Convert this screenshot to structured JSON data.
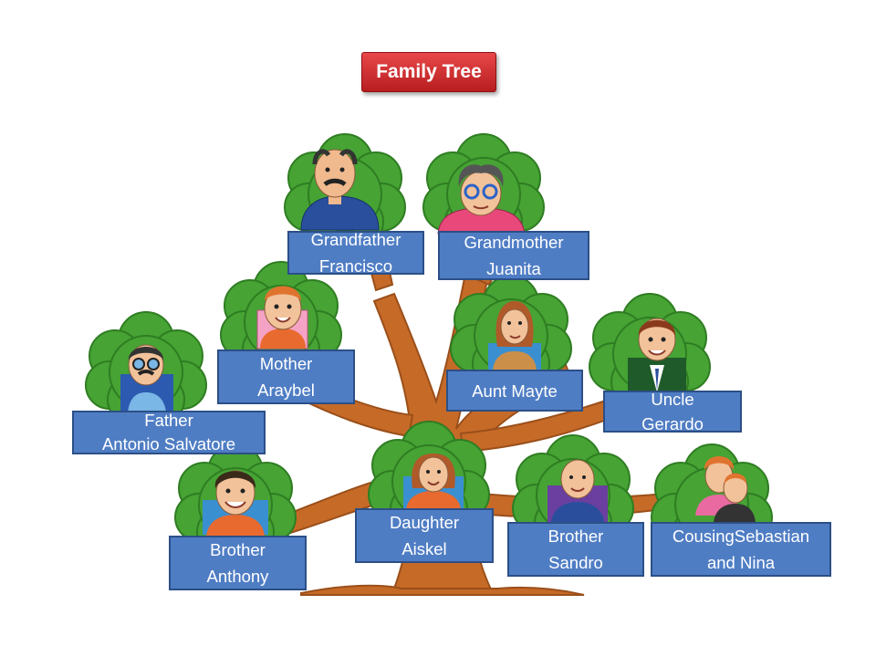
{
  "title": "Family Tree",
  "colors": {
    "title_bg": "#c62729",
    "label_bg": "#4f7dc4",
    "label_border": "#2c4f86",
    "foliage": "#46a334",
    "foliage_dark": "#2f7d22",
    "trunk": "#c66a28"
  },
  "members": [
    {
      "id": "grandfather",
      "line1": "Grandfather",
      "line2": "Francisco",
      "icon": "grandfather-portrait"
    },
    {
      "id": "grandmother",
      "line1": "Grandmother",
      "line2": "Juanita",
      "icon": "grandmother-portrait"
    },
    {
      "id": "mother",
      "line1": "Mother",
      "line2": "Araybel",
      "icon": "mother-portrait"
    },
    {
      "id": "aunt",
      "line1": "Aunt Mayte",
      "line2": "",
      "icon": "aunt-portrait"
    },
    {
      "id": "uncle",
      "line1": "Uncle",
      "line2": "Gerardo",
      "icon": "uncle-portrait"
    },
    {
      "id": "father",
      "line1": "Father",
      "line2": "Antonio Salvatore",
      "icon": "father-portrait"
    },
    {
      "id": "brother-anthony",
      "line1": "Brother",
      "line2": "Anthony",
      "icon": "brother-anthony-portrait"
    },
    {
      "id": "daughter",
      "line1": "Daughter",
      "line2": "Aiskel",
      "icon": "daughter-portrait"
    },
    {
      "id": "brother-sandro",
      "line1": "Brother",
      "line2": "Sandro",
      "icon": "brother-sandro-portrait"
    },
    {
      "id": "cousins",
      "line1": "CousingSebastian",
      "line2": "and Nina",
      "icon": "cousins-portrait"
    }
  ]
}
